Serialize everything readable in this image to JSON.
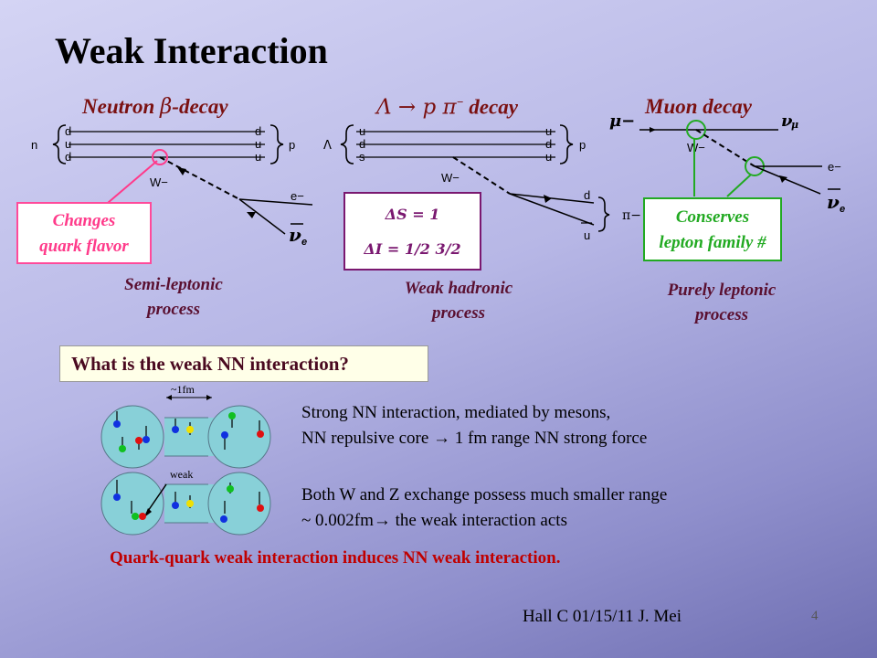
{
  "title": "Weak Interaction",
  "panels": {
    "neutron": {
      "title_pre": "Neutron ",
      "title_beta": "β",
      "title_post": "-decay",
      "in_label": "n",
      "in_quarks": [
        "d",
        "u",
        "d"
      ],
      "out_quarks": [
        "d",
        "u",
        "u"
      ],
      "out_label": "p",
      "boson": "W−",
      "electron": "e−",
      "neutrino": "ν",
      "neutrino_sub": "e",
      "box": [
        "Changes",
        "quark flavor"
      ],
      "process": [
        "Semi-leptonic",
        "process"
      ]
    },
    "lambda": {
      "title_sym": "Λ → p π",
      "title_sup": "−",
      "title_post": " decay",
      "in_label": "Λ",
      "in_quarks": [
        "u",
        "d",
        "s"
      ],
      "out_quarks": [
        "u",
        "d",
        "u"
      ],
      "out_label": "p",
      "boson": "W−",
      "meson_quarks": [
        "d",
        "u"
      ],
      "meson_label": "π−",
      "box": [
        "ΔS = 1",
        "ΔI = 1/2 3/2"
      ],
      "process": [
        "Weak hadronic",
        "process"
      ]
    },
    "muon": {
      "title": "Muon decay",
      "in_label": "μ−",
      "out_label": "ν",
      "out_sub": "μ",
      "boson": "W−",
      "electron": "e−",
      "neutrino": "ν",
      "neutrino_sub": "e",
      "box": [
        "Conserves",
        "lepton family #"
      ],
      "process": [
        "Purely leptonic",
        "process"
      ]
    }
  },
  "question": "What is the weak NN interaction?",
  "nn_diagram": {
    "top_label": "~1fm",
    "bottom_label": "weak"
  },
  "strong_text": [
    "Strong NN interaction, mediated by mesons,",
    "NN repulsive core → 1 fm range NN strong force"
  ],
  "weak_text": [
    "Both W and Z exchange possess much smaller range",
    "~ 0.002fm→ the weak interaction acts"
  ],
  "conclusion": "Quark-quark weak interaction induces NN weak interaction.",
  "footer": "Hall C   01/15/11   J. Mei",
  "page_number": "4",
  "colors": {
    "title_red": "#7a1010",
    "pink": "#ff3a8a",
    "purple": "#7a1870",
    "green": "#22aa22",
    "conclusion_red": "#c00000",
    "nucleon_fill": "#88d0d8",
    "quark_blue": "#1030e0",
    "quark_green": "#10c020",
    "quark_red": "#e01010",
    "quark_yellow": "#f0e000"
  }
}
